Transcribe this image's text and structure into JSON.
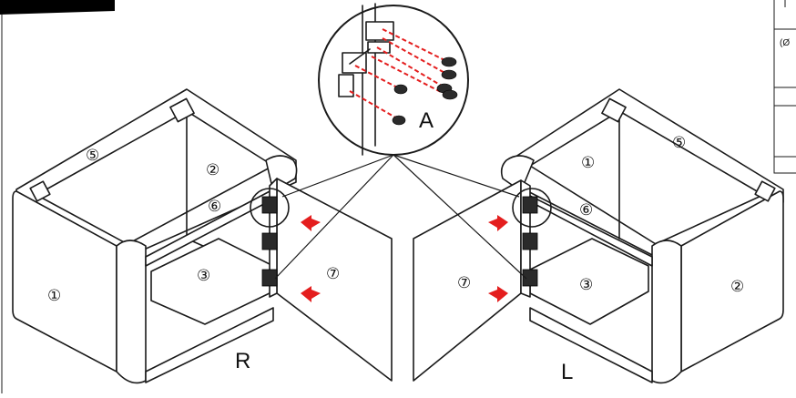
{
  "header": {
    "tab_label": ""
  },
  "labels": {
    "detail": "A",
    "right_side": "R",
    "left_side": "L"
  },
  "parts": {
    "p1": "①",
    "p2": "②",
    "p3": "③",
    "p5": "⑤",
    "p6": "⑥",
    "p7": "⑦"
  },
  "side_table": {
    "fragment": "(Ø"
  },
  "colors": {
    "line": "#1a1a1a",
    "accent": "#e41e1e",
    "header_bg": "#000000"
  }
}
